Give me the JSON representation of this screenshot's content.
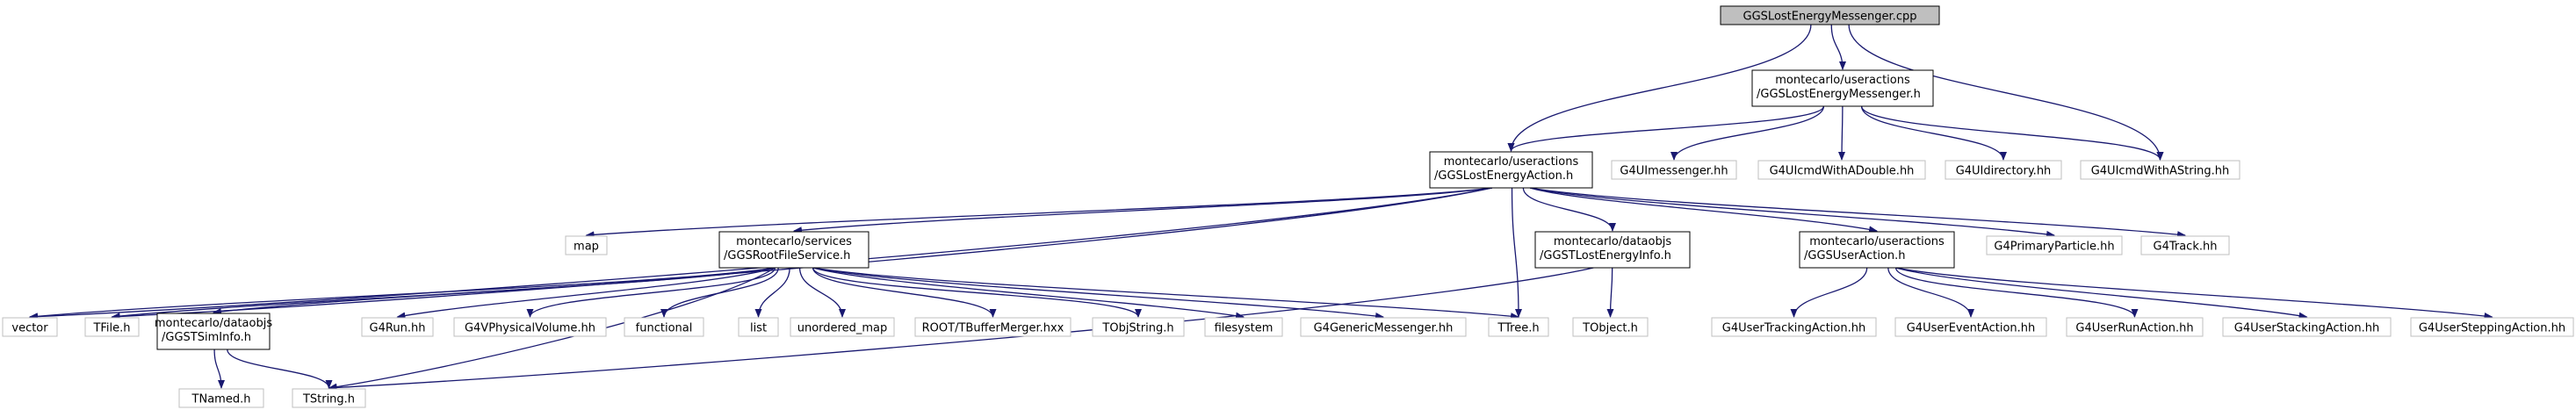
{
  "colors": {
    "edge": "#191970",
    "root_fill": "#bfbfbf",
    "root_stroke": "#000000",
    "local_stroke": "#000000",
    "external_stroke": "#bfbfbf",
    "node_fill": "#ffffff"
  },
  "nodes": [
    {
      "id": "root",
      "kind": "root",
      "lines": [
        "GGSLostEnergyMessenger.cpp"
      ]
    },
    {
      "id": "msg_h",
      "kind": "local",
      "lines": [
        "montecarlo/useractions",
        "/GGSLostEnergyMessenger.h"
      ]
    },
    {
      "id": "action_h",
      "kind": "local",
      "lines": [
        "montecarlo/useractions",
        "/GGSLostEnergyAction.h"
      ]
    },
    {
      "id": "g4uimessenger",
      "kind": "external",
      "lines": [
        "G4UImessenger.hh"
      ]
    },
    {
      "id": "g4uicmddouble",
      "kind": "external",
      "lines": [
        "G4UIcmdWithADouble.hh"
      ]
    },
    {
      "id": "g4uidirectory",
      "kind": "external",
      "lines": [
        "G4UIdirectory.hh"
      ]
    },
    {
      "id": "g4uicmdstring",
      "kind": "external",
      "lines": [
        "G4UIcmdWithAString.hh"
      ]
    },
    {
      "id": "map",
      "kind": "external",
      "lines": [
        "map"
      ]
    },
    {
      "id": "rootfile",
      "kind": "local",
      "lines": [
        "montecarlo/services",
        "/GGSRootFileService.h"
      ]
    },
    {
      "id": "lostinfo",
      "kind": "local",
      "lines": [
        "montecarlo/dataobjs",
        "/GGSTLostEnergyInfo.h"
      ]
    },
    {
      "id": "useraction",
      "kind": "local",
      "lines": [
        "montecarlo/useractions",
        "/GGSUserAction.h"
      ]
    },
    {
      "id": "g4primary",
      "kind": "external",
      "lines": [
        "G4PrimaryParticle.hh"
      ]
    },
    {
      "id": "g4track",
      "kind": "external",
      "lines": [
        "G4Track.hh"
      ]
    },
    {
      "id": "vector",
      "kind": "external",
      "lines": [
        "vector"
      ]
    },
    {
      "id": "tfile",
      "kind": "external",
      "lines": [
        "TFile.h"
      ]
    },
    {
      "id": "siminfo",
      "kind": "local",
      "lines": [
        "montecarlo/dataobjs",
        "/GGSTSimInfo.h"
      ]
    },
    {
      "id": "g4run",
      "kind": "external",
      "lines": [
        "G4Run.hh"
      ]
    },
    {
      "id": "g4vphys",
      "kind": "external",
      "lines": [
        "G4VPhysicalVolume.hh"
      ]
    },
    {
      "id": "functional",
      "kind": "external",
      "lines": [
        "functional"
      ]
    },
    {
      "id": "list",
      "kind": "external",
      "lines": [
        "list"
      ]
    },
    {
      "id": "unordered",
      "kind": "external",
      "lines": [
        "unordered_map"
      ]
    },
    {
      "id": "tbuffer",
      "kind": "external",
      "lines": [
        "ROOT/TBufferMerger.hxx"
      ]
    },
    {
      "id": "tobjstring",
      "kind": "external",
      "lines": [
        "TObjString.h"
      ]
    },
    {
      "id": "filesystem",
      "kind": "external",
      "lines": [
        "filesystem"
      ]
    },
    {
      "id": "g4generic",
      "kind": "external",
      "lines": [
        "G4GenericMessenger.hh"
      ]
    },
    {
      "id": "ttree",
      "kind": "external",
      "lines": [
        "TTree.h"
      ]
    },
    {
      "id": "tobject",
      "kind": "external",
      "lines": [
        "TObject.h"
      ]
    },
    {
      "id": "tnamed",
      "kind": "external",
      "lines": [
        "TNamed.h"
      ]
    },
    {
      "id": "tstring",
      "kind": "external",
      "lines": [
        "TString.h"
      ]
    },
    {
      "id": "g4usertracking",
      "kind": "external",
      "lines": [
        "G4UserTrackingAction.hh"
      ]
    },
    {
      "id": "g4userevent",
      "kind": "external",
      "lines": [
        "G4UserEventAction.hh"
      ]
    },
    {
      "id": "g4userrun",
      "kind": "external",
      "lines": [
        "G4UserRunAction.hh"
      ]
    },
    {
      "id": "g4userstacking",
      "kind": "external",
      "lines": [
        "G4UserStackingAction.hh"
      ]
    },
    {
      "id": "g4usersteppingx",
      "kind": "external",
      "lines": [
        "G4UserSteppingAction.hh"
      ]
    }
  ],
  "edges": [
    [
      "root",
      "msg_h"
    ],
    [
      "root",
      "action_h"
    ],
    [
      "root",
      "g4uicmdstring"
    ],
    [
      "msg_h",
      "action_h"
    ],
    [
      "msg_h",
      "g4uimessenger"
    ],
    [
      "msg_h",
      "g4uicmddouble"
    ],
    [
      "msg_h",
      "g4uidirectory"
    ],
    [
      "msg_h",
      "g4uicmdstring"
    ],
    [
      "action_h",
      "map"
    ],
    [
      "action_h",
      "rootfile"
    ],
    [
      "action_h",
      "lostinfo"
    ],
    [
      "action_h",
      "useraction"
    ],
    [
      "action_h",
      "g4primary"
    ],
    [
      "action_h",
      "g4track"
    ],
    [
      "action_h",
      "ttree"
    ],
    [
      "action_h",
      "vector"
    ],
    [
      "action_h",
      "tfile"
    ],
    [
      "rootfile",
      "vector"
    ],
    [
      "rootfile",
      "tfile"
    ],
    [
      "rootfile",
      "siminfo"
    ],
    [
      "rootfile",
      "g4run"
    ],
    [
      "rootfile",
      "g4vphys"
    ],
    [
      "rootfile",
      "functional"
    ],
    [
      "rootfile",
      "list"
    ],
    [
      "rootfile",
      "unordered"
    ],
    [
      "rootfile",
      "tbuffer"
    ],
    [
      "rootfile",
      "tobjstring"
    ],
    [
      "rootfile",
      "filesystem"
    ],
    [
      "rootfile",
      "g4generic"
    ],
    [
      "rootfile",
      "ttree"
    ],
    [
      "rootfile",
      "tstring"
    ],
    [
      "siminfo",
      "tnamed"
    ],
    [
      "siminfo",
      "tstring"
    ],
    [
      "lostinfo",
      "tobject"
    ],
    [
      "lostinfo",
      "tstring"
    ],
    [
      "useraction",
      "g4usertracking"
    ],
    [
      "useraction",
      "g4userevent"
    ],
    [
      "useraction",
      "g4userrun"
    ],
    [
      "useraction",
      "g4userstacking"
    ],
    [
      "useraction",
      "g4usersteppingx"
    ]
  ]
}
